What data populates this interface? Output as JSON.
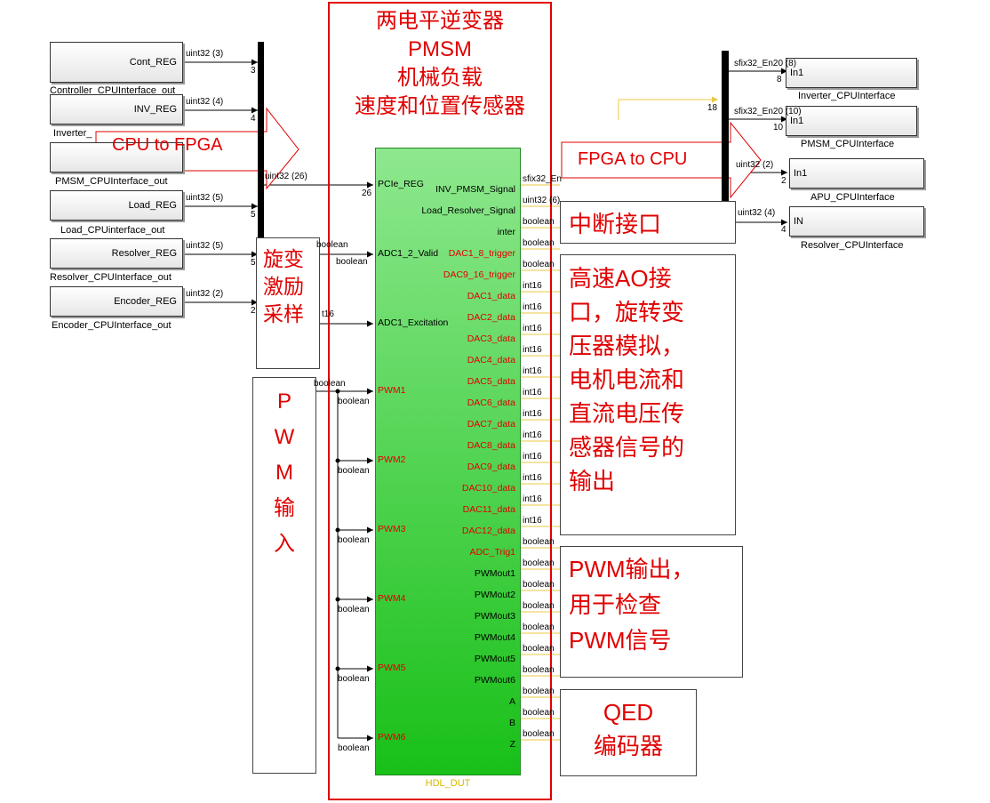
{
  "title_lines": [
    "两电平逆变器",
    "PMSM",
    "机械负载",
    "速度和位置传感器"
  ],
  "left_blocks": [
    {
      "label": "Cont_REG",
      "caption": "Controller_CPUInterface_out",
      "sig": "uint32 (3)",
      "port": "3"
    },
    {
      "label": "INV_REG",
      "caption": "Inverter_",
      "sig": "uint32 (4)",
      "port": "4"
    },
    {
      "label": "",
      "caption": "PMSM_CPUInterface_out",
      "sig": "",
      "port": ""
    },
    {
      "label": "Load_REG",
      "caption": "Load_CPUinterface_out",
      "sig": "uint32 (5)",
      "port": "5"
    },
    {
      "label": "Resolver_REG",
      "caption": "Resolver_CPUInterface_out",
      "sig": "uint32 (5)",
      "port": "5"
    },
    {
      "label": "Encoder_REG",
      "caption": "Encoder_CPUInterface_out",
      "sig": "uint32 (2)",
      "port": "2"
    }
  ],
  "bus_out": {
    "sig": "uint32 (26)",
    "port": "26"
  },
  "dut": {
    "name": "HDL_DUT",
    "inputs": [
      "PCIe_REG",
      "ADC1_2_Valid",
      "ADC1_Excitation",
      "PWM1",
      "PWM2",
      "PWM3",
      "PWM4",
      "PWM5",
      "PWM6"
    ],
    "outputs": [
      "INV_PMSM_Signal",
      "Load_Resolver_Signal",
      "inter",
      "DAC1_8_trigger",
      "DAC9_16_trigger",
      "DAC1_data",
      "DAC2_data",
      "DAC3_data",
      "DAC4_data",
      "DAC5_data",
      "DAC6_data",
      "DAC7_data",
      "DAC8_data",
      "DAC9_data",
      "DAC10_data",
      "DAC11_data",
      "DAC12_data",
      "ADC_Trig1",
      "PWMout1",
      "PWMout2",
      "PWMout3",
      "PWMout4",
      "PWMout5",
      "PWMout6",
      "A",
      "B",
      "Z"
    ],
    "out_types": [
      "sfix32_En",
      "uint32 (6)",
      "boolean",
      "boolean",
      "boolean",
      "int16",
      "int16",
      "int16",
      "int16",
      "int16",
      "int16",
      "int16",
      "int16",
      "int16",
      "int16",
      "int16",
      "int16",
      "boolean",
      "boolean",
      "boolean",
      "boolean",
      "boolean",
      "boolean",
      "boolean",
      "boolean",
      "boolean",
      "boolean"
    ]
  },
  "in_sigs": {
    "valid_a": "boolean",
    "valid_b": "boolean",
    "exc": "t16",
    "pwm_top": "boolean",
    "pwm": [
      "boolean",
      "boolean",
      "boolean",
      "boolean",
      "boolean",
      "boolean"
    ]
  },
  "right_blocks": [
    {
      "label": "In1",
      "caption": "Inverter_CPUInterface",
      "sig": "sfix32_En20 (8)",
      "port": "8"
    },
    {
      "label": "In1",
      "caption": "PMSM_CPUInterface",
      "sig": "sfix32_En20 (10)",
      "port": "10"
    },
    {
      "label": "In1",
      "caption": "APU_CPUInterface",
      "sig": "uint32 (2)",
      "port": "2"
    },
    {
      "label": "IN",
      "caption": "Resolver_CPUInterface",
      "sig": "uint32 (4)",
      "port": "4"
    }
  ],
  "demux_port": "18",
  "annotations": {
    "cpu_to_fpga": "CPU to FPGA",
    "fpga_to_cpu": "FPGA to CPU",
    "resolver": [
      "旋变",
      "激励",
      "采样"
    ],
    "pwm_in": [
      "P",
      "W",
      "M",
      "输",
      "入"
    ],
    "interrupt": "中断接口",
    "ao": [
      "高速AO接",
      "口，旋转变",
      "压器模拟，",
      "电机电流和",
      "直流电压传",
      "感器信号的",
      "输出"
    ],
    "pwm_out": [
      "PWM输出，",
      "用于检查",
      "PWM信号"
    ],
    "qed": [
      "QED",
      "编码器"
    ]
  }
}
